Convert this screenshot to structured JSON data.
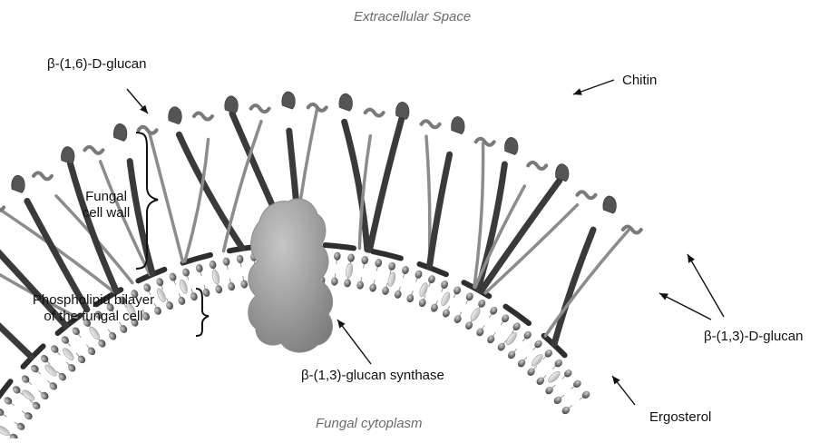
{
  "labels": {
    "extracellular": "Extracellular Space",
    "beta16": "β-(1,6)-D-glucan",
    "chitin": "Chitin",
    "cell_wall_line1": "Fungal",
    "cell_wall_line2": "cell wall",
    "bilayer_line1": "Phospholipid bilayer",
    "bilayer_line2": "of the fungal cell",
    "beta13_glucan": "β-(1,3)-D-glucan",
    "synthase": "β-(1,3)-glucan synthase",
    "ergosterol": "Ergosterol",
    "cytoplasm": "Fungal cytoplasm"
  },
  "colors": {
    "fiber_dark": "#3a3a3a",
    "fiber_light": "#8c8c8c",
    "chitin_blob": "#555555",
    "synthase": "#9a9a9a",
    "lipid_head": "#6e6e6e",
    "ergosterol": "#d0d0d0"
  }
}
